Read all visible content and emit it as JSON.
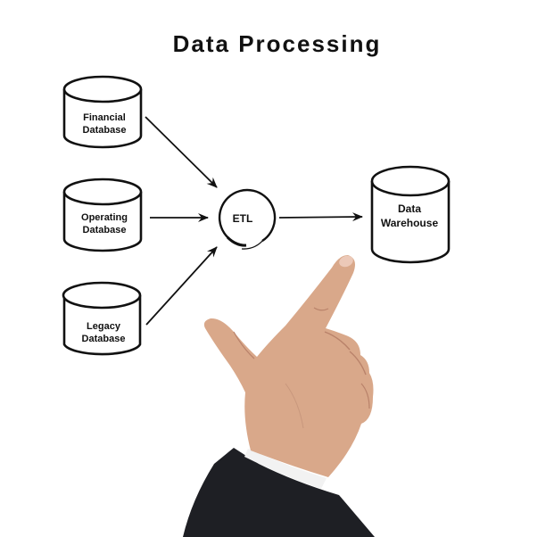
{
  "title": "Data Processing",
  "sources": [
    {
      "line1": "Financial",
      "line2": "Database"
    },
    {
      "line1": "Operating",
      "line2": "Database"
    },
    {
      "line1": "Legacy",
      "line2": "Database"
    }
  ],
  "process": {
    "label": "ETL"
  },
  "target": {
    "line1": "Data",
    "line2": "Warehouse"
  },
  "colors": {
    "ink": "#111111",
    "background": "#ffffff",
    "skin": "#d9a88a",
    "skin_shadow": "#b9826a",
    "sleeve": "#1e1f24",
    "cuff": "#f2f2f2"
  }
}
